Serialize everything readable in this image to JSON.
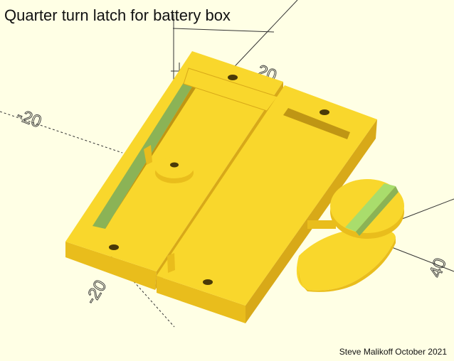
{
  "viewport": {
    "title": "Quarter turn latch for battery box",
    "credit": "Steve Malikoff October 2021",
    "axis_labels": {
      "neg_x": "-20",
      "neg_y": "-20",
      "pos_y_a": "20",
      "pos_x_a": "40"
    }
  },
  "colors": {
    "background": "#ffffe5",
    "part_top": "#f9d72c",
    "part_side": "#e9bd1c",
    "part_shadow": "#bf9614",
    "slot_green": "#8bb356",
    "highlight_green": "#a9dd6c",
    "axis": "#333333"
  }
}
